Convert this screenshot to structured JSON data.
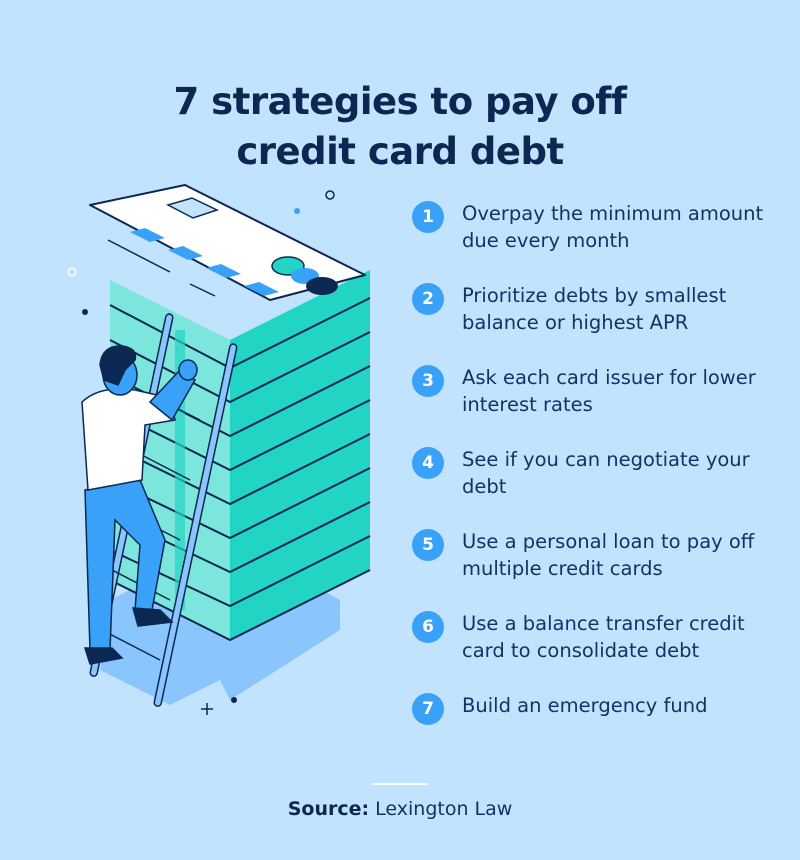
{
  "title": {
    "line1": "7 strategies to pay off",
    "line2": "credit card debt"
  },
  "strategies": [
    {
      "number": "1",
      "text": "Overpay the minimum amount due every month"
    },
    {
      "number": "2",
      "text": "Prioritize debts by smallest balance or highest APR"
    },
    {
      "number": "3",
      "text": "Ask each card issuer for lower interest rates"
    },
    {
      "number": "4",
      "text": "See if you can negotiate your debt"
    },
    {
      "number": "5",
      "text": "Use a personal loan to pay off multiple credit cards"
    },
    {
      "number": "6",
      "text": "Use a balance transfer credit card to consolidate debt"
    },
    {
      "number": "7",
      "text": "Build an emergency fund"
    }
  ],
  "source": {
    "label": "Source:",
    "value": "Lexington Law"
  },
  "illustration": {
    "description": "Man climbing a ladder against a tall stack of teal credit cards topped by a white credit card",
    "icons": [
      "credit-card-stack",
      "ladder",
      "person-climbing"
    ]
  },
  "colors": {
    "background": "#c1e3fd",
    "title": "#0a2851",
    "text": "#103565",
    "badge": "#39a1f8",
    "teal_light": "#7de6dc",
    "teal_dark": "#22d4c4",
    "navy": "#0a2851"
  }
}
